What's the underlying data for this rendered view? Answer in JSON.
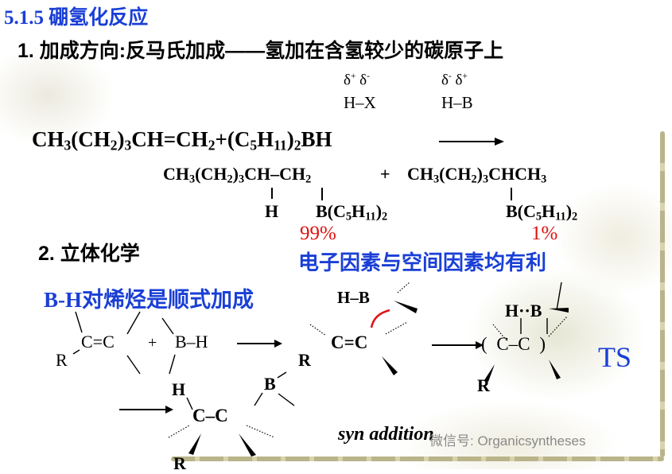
{
  "section_title": "5.1.5  硼氢化反应",
  "point1": "1. 加成方向:反马氏加成——氢加在含氢较少的碳原子上",
  "polarity": {
    "hx_charges": "δ+  δ-",
    "hx": "H–X",
    "hb_charges": "δ-  δ+",
    "hb": "H–B"
  },
  "reaction": {
    "reactant1": "CH3(CH2)3CH=CH2",
    "plus": "+",
    "reactant2": "(C5H11)2BH"
  },
  "products": {
    "p1": "CH3(CH2)3CH–CH2",
    "p1_h": "H",
    "p1_b": "B(C5H11)2",
    "plus": "+",
    "p2": "CH3(CH2)3CHCH3",
    "p2_b": "B(C5H11)2",
    "yield1": "99%",
    "yield2": "1%"
  },
  "point2": "2. 立体化学",
  "note_factors": "电子因素与空间因素均有利",
  "note_syn": "B-H对烯烃是顺式加成",
  "mechanism": {
    "r": "R",
    "cc_double": "C=C",
    "plus": "+",
    "bh": "B–H",
    "hb": "H–B",
    "ts_hb": "H··B",
    "ts_cc": "( C–C )",
    "ts_label": "TS",
    "h": "H",
    "b": "B",
    "cc_single": "C–C",
    "syn_addition": "syn  addition"
  },
  "watermark": "微信号: Organicsyntheses"
}
